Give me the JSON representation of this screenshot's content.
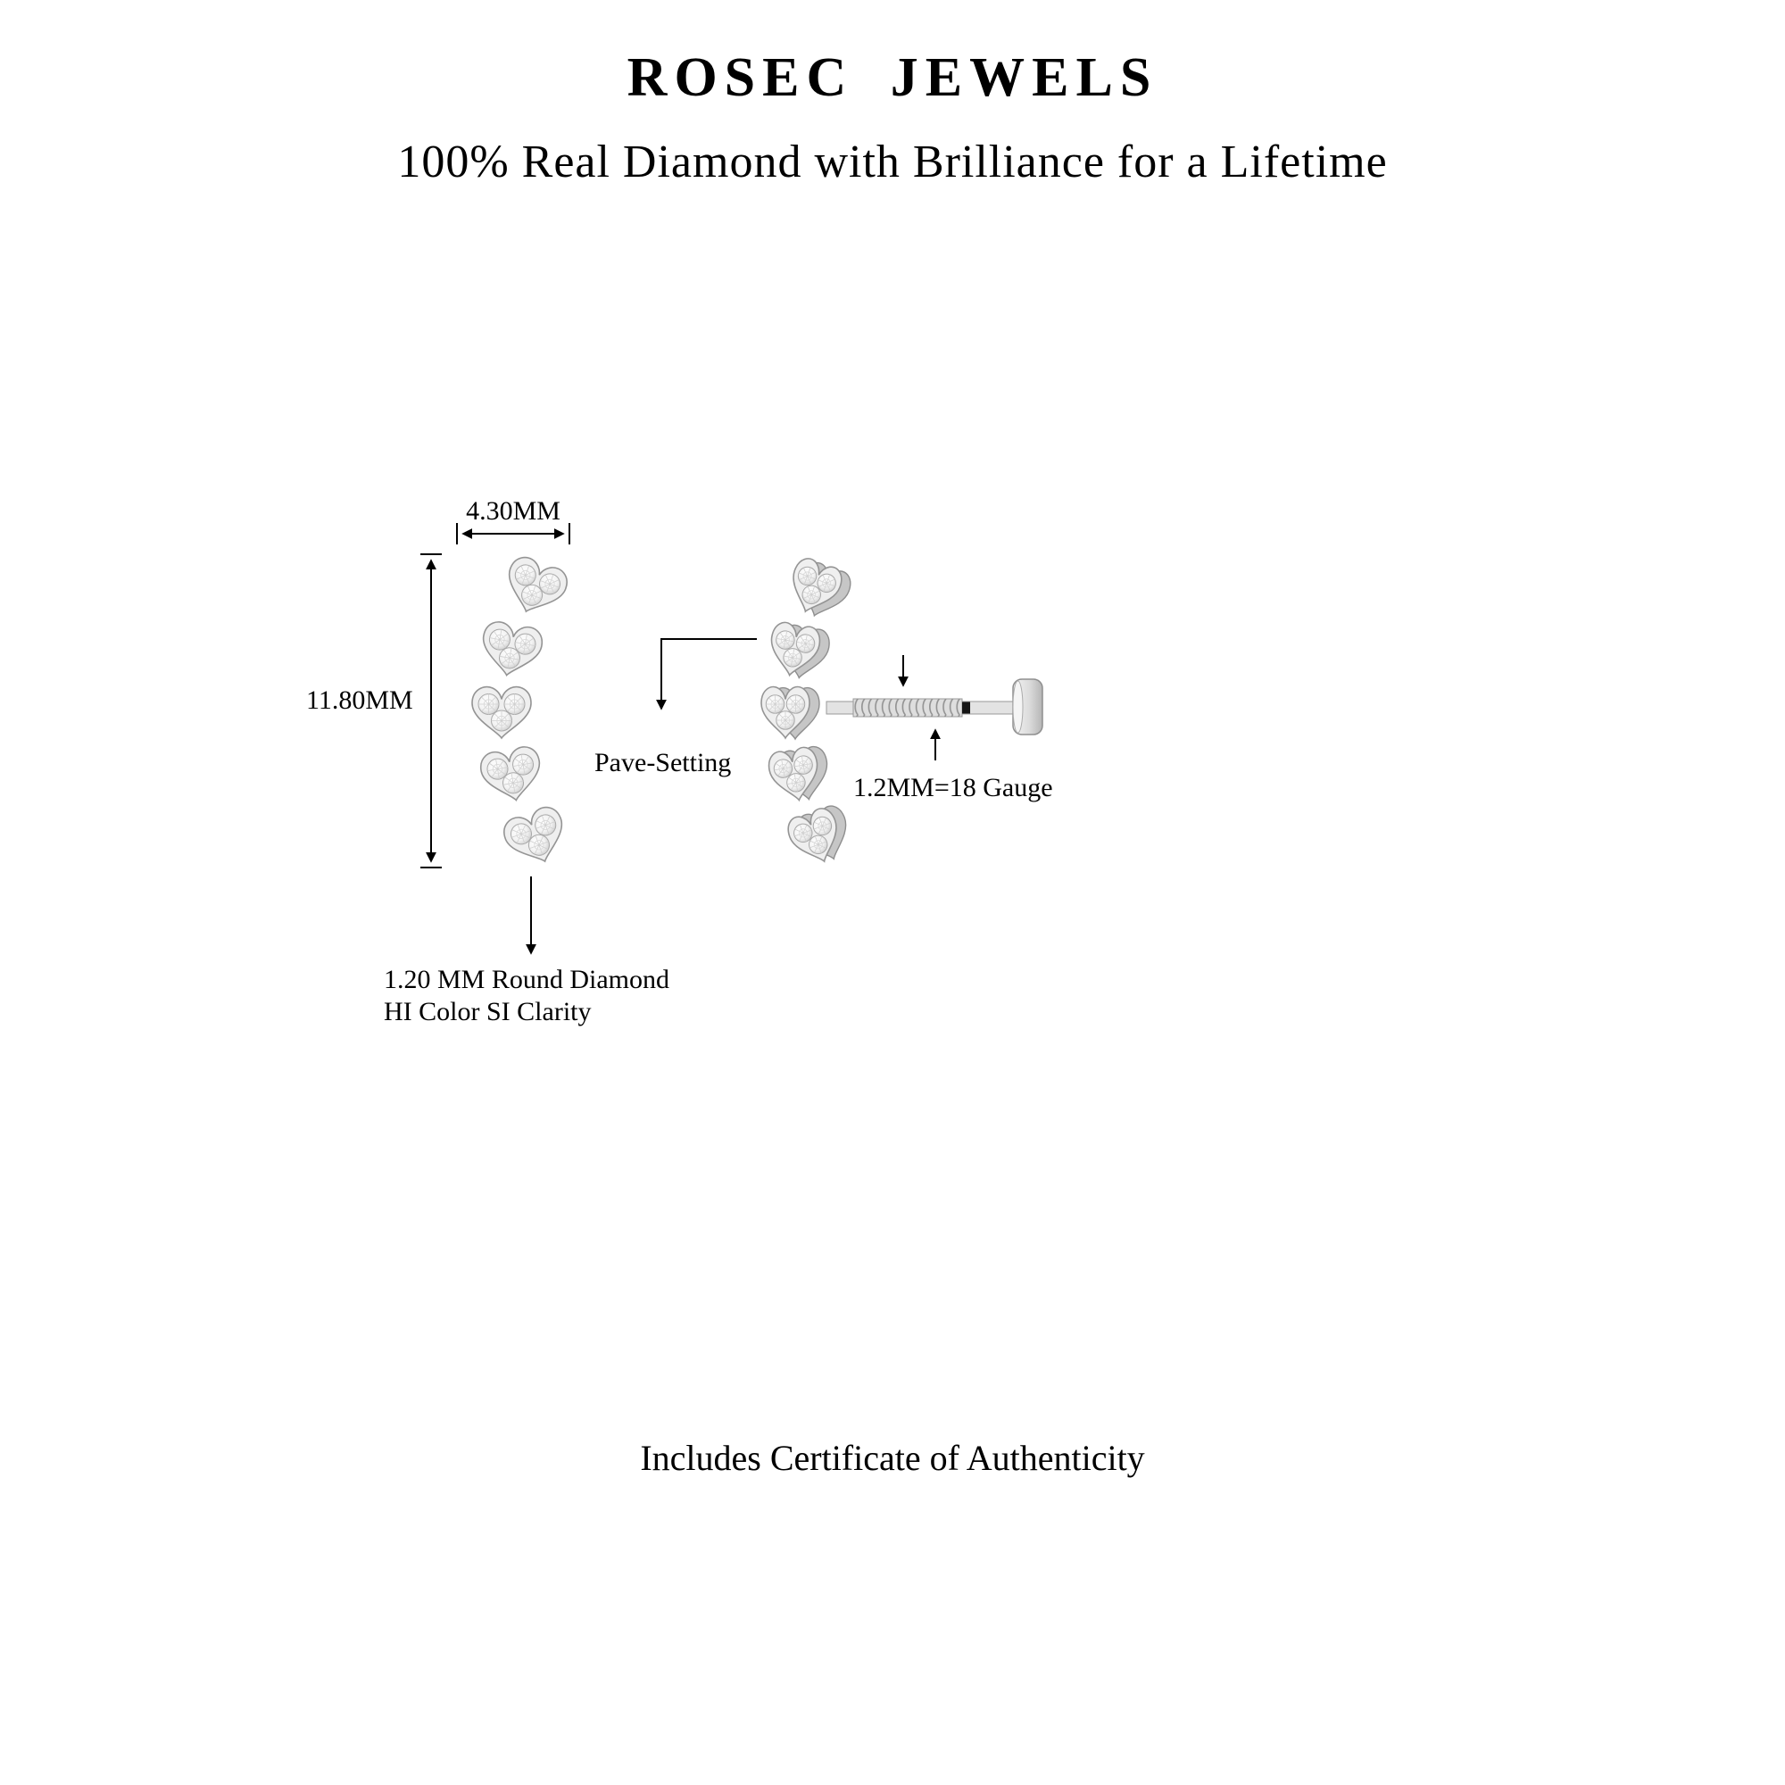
{
  "header": {
    "brand": "ROSEC JEWELS",
    "tagline": "100% Real Diamond with Brilliance for a Lifetime"
  },
  "diagram": {
    "width_dimension": "4.30MM",
    "height_dimension": "11.80MM",
    "stone_note_line1": "1.20 MM Round Diamond",
    "stone_note_line2": "HI Color SI Clarity",
    "setting_label": "Pave-Setting",
    "gauge_label": "1.2MM=18 Gauge"
  },
  "footer": {
    "note": "Includes Certificate of Authenticity"
  },
  "views": {
    "front_view": "front-view-heart-climber-earring",
    "side_view": "side-view-earring-with-labret-screw-post"
  },
  "colors": {
    "background": "#ffffff",
    "text": "#000000",
    "line": "#000000",
    "metal_light": "#efefef",
    "metal_mid": "#d9d9d9",
    "metal_depth": "#c6c6c6",
    "metal_outline": "#949494",
    "post_black_segment": "#151515"
  }
}
